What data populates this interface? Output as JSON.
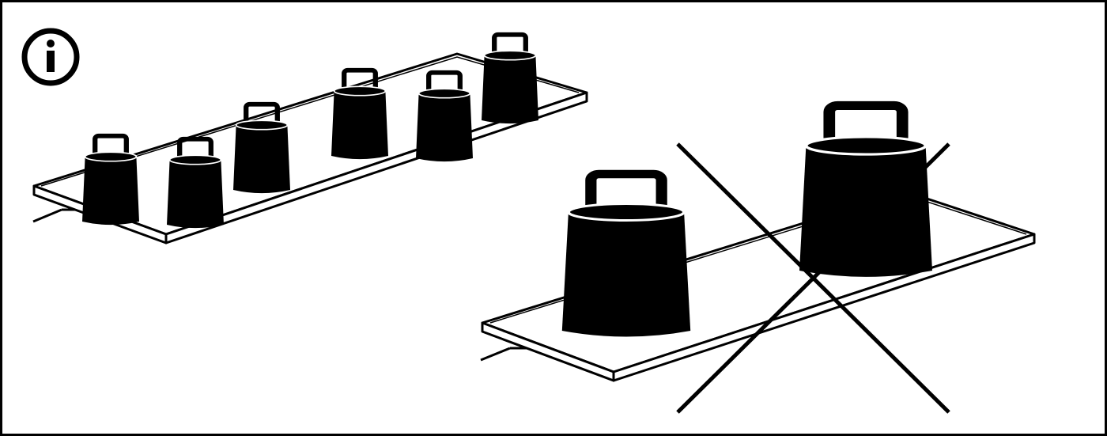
{
  "icons": {
    "info": "info-icon",
    "correct_scene": "shelf-with-evenly-distributed-weights",
    "incorrect_scene": "shelf-with-concentrated-heavy-weights-crossed-out",
    "cross": "cross-mark-icon"
  },
  "colors": {
    "ink": "#000000",
    "paper": "#ffffff"
  },
  "scenes": {
    "correct": {
      "weight_count": 6
    },
    "incorrect": {
      "weight_count": 2,
      "crossed_out": true
    }
  }
}
